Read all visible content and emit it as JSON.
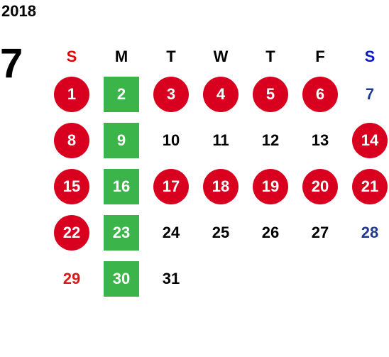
{
  "year": "2018",
  "month": "7",
  "weekdays": [
    "S",
    "M",
    "T",
    "W",
    "T",
    "F",
    "S"
  ],
  "days": [
    {
      "label": "1",
      "style": "red"
    },
    {
      "label": "2",
      "style": "green"
    },
    {
      "label": "3",
      "style": "red"
    },
    {
      "label": "4",
      "style": "red"
    },
    {
      "label": "5",
      "style": "red"
    },
    {
      "label": "6",
      "style": "red"
    },
    {
      "label": "7",
      "style": "blue"
    },
    {
      "label": "8",
      "style": "red"
    },
    {
      "label": "9",
      "style": "green"
    },
    {
      "label": "10",
      "style": "plain"
    },
    {
      "label": "11",
      "style": "plain"
    },
    {
      "label": "12",
      "style": "plain"
    },
    {
      "label": "13",
      "style": "plain"
    },
    {
      "label": "14",
      "style": "red"
    },
    {
      "label": "15",
      "style": "red"
    },
    {
      "label": "16",
      "style": "green"
    },
    {
      "label": "17",
      "style": "red"
    },
    {
      "label": "18",
      "style": "red"
    },
    {
      "label": "19",
      "style": "red"
    },
    {
      "label": "20",
      "style": "red"
    },
    {
      "label": "21",
      "style": "red"
    },
    {
      "label": "22",
      "style": "red"
    },
    {
      "label": "23",
      "style": "green"
    },
    {
      "label": "24",
      "style": "plain"
    },
    {
      "label": "25",
      "style": "plain"
    },
    {
      "label": "26",
      "style": "plain"
    },
    {
      "label": "27",
      "style": "plain"
    },
    {
      "label": "28",
      "style": "blue"
    },
    {
      "label": "29",
      "style": "redtext"
    },
    {
      "label": "30",
      "style": "green"
    },
    {
      "label": "31",
      "style": "plain"
    }
  ],
  "colors": {
    "circle_red": "#d9001f",
    "square_green": "#3bb54a",
    "sunday_header": "#e00000",
    "saturday_header": "#0a18c8",
    "saturday_text": "#1f3a8f",
    "sunday_text": "#d71a1a"
  }
}
